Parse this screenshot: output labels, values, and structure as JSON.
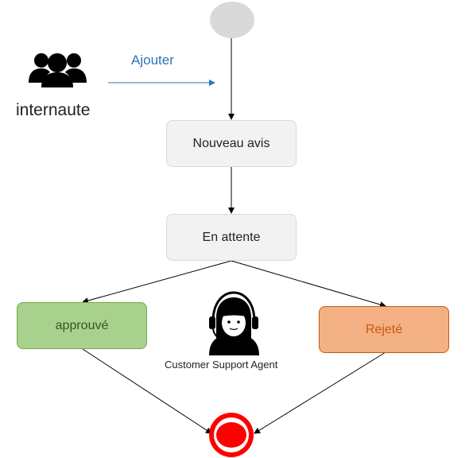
{
  "actor_user": {
    "label": "internaute",
    "icon": "users-group-icon"
  },
  "action": {
    "label": "Ajouter",
    "color": "#2e75b6"
  },
  "states": {
    "new": "Nouveau avis",
    "pending": "En attente",
    "approved": "approuvé",
    "rejected": "Rejeté"
  },
  "actor_agent": {
    "label": "Customer Support Agent",
    "icon": "customer-support-agent-icon"
  },
  "colors": {
    "approved_fill": "#a9d18e",
    "rejected_fill": "#f4b183",
    "end_node": "#ff0000",
    "start_node": "#d9d9d9"
  }
}
